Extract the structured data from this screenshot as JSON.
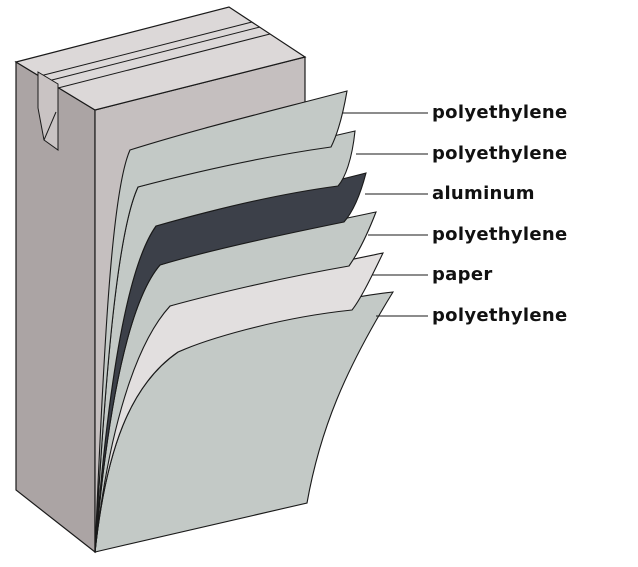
{
  "colors": {
    "carton_front": "#aba4a4",
    "carton_side": "#c5bfbf",
    "carton_top": "#dcd8d8",
    "outline": "#1a1a1a",
    "polyethylene": "#c3c9c6",
    "aluminum": "#3c4049",
    "paper": "#e2dfdf"
  },
  "layers": [
    {
      "label": "polyethylene",
      "material": "polyethylene"
    },
    {
      "label": "polyethylene",
      "material": "polyethylene"
    },
    {
      "label": "aluminum",
      "material": "aluminum"
    },
    {
      "label": "polyethylene",
      "material": "polyethylene"
    },
    {
      "label": "paper",
      "material": "paper"
    },
    {
      "label": "polyethylene",
      "material": "polyethylene"
    }
  ]
}
